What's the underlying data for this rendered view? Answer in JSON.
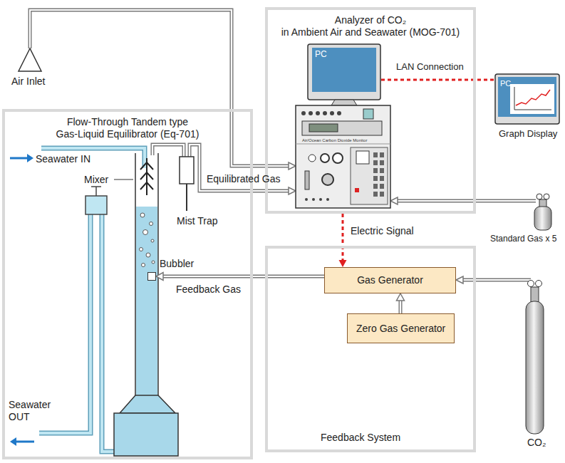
{
  "diagram": {
    "nodes": [
      {
        "text": [
          "Flow-Through Tandem type Gas-Liquid Equilibrator (Eq-701)"
        ]
      },
      {
        "text": [
          "Bubbler"
        ],
        "in": 0
      },
      {
        "text": [
          "Analyzer of CO₂ in Ambient Air and Seawater (MOG-701)"
        ]
      },
      {
        "text": [
          "Feedback System"
        ]
      },
      {
        "text": [
          "Gas Generator"
        ],
        "in": 3
      },
      {
        "text": [
          "Zero Gas Generator"
        ],
        "in": 3
      }
    ],
    "edges": [
      {
        "from": 2,
        "to": 4,
        "label": "Electric Signal",
        "arrow": "to"
      },
      {
        "from": 4,
        "to": 1,
        "label": "Feedback Gas",
        "arrow": "to"
      },
      {
        "from": 5,
        "to": 4,
        "arrow": "to"
      }
    ],
    "labels": [
      "Air Inlet",
      "PC",
      "LAN Connection",
      "PC",
      "Graph Display",
      "Seawater IN",
      "Mixer",
      "Equilibrated Gas",
      "Mist Trap",
      "Seawater OUT",
      "Standard Gas x 5",
      "CO₂",
      "Air/Ocean Carbon Dioxide Monitor"
    ]
  }
}
